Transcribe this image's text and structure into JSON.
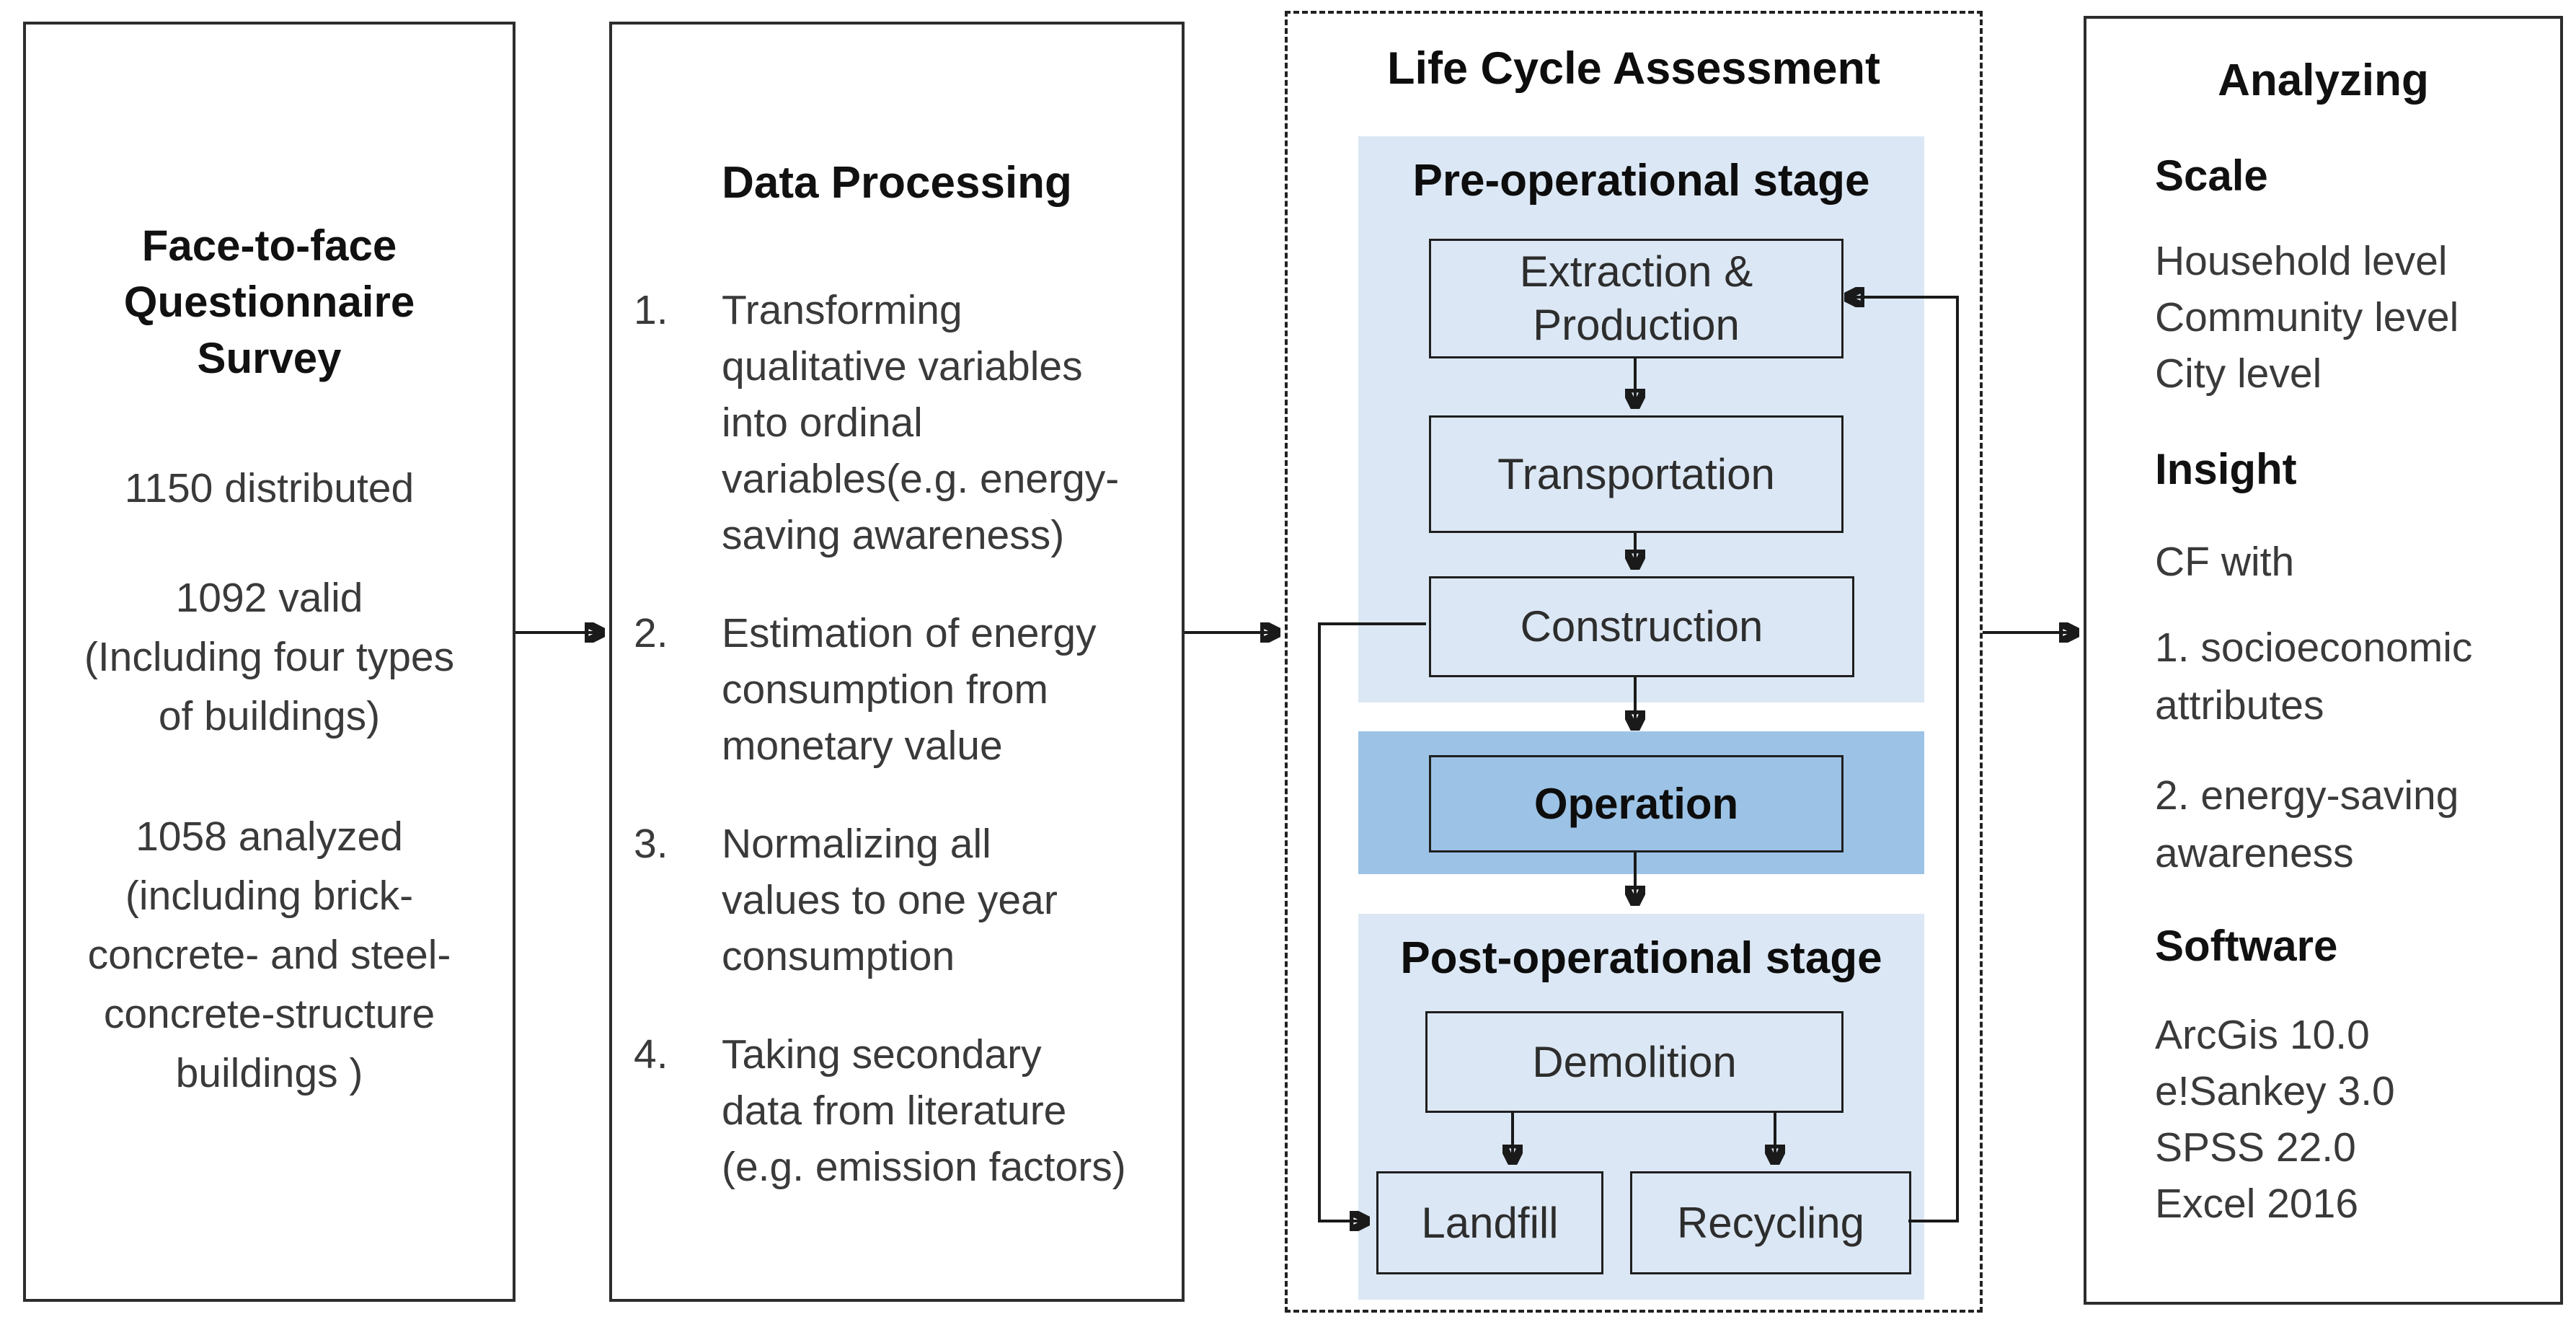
{
  "survey_panel": {
    "title": "Face-to-face\nQuestionnaire\nSurvey",
    "stat_distributed": "1150 distributed",
    "stat_valid": "1092 valid\n(Including four types\nof buildings)",
    "stat_analyzed": "1058 analyzed\n(including brick-\nconcrete- and steel-\nconcrete-structure\nbuildings )"
  },
  "processing_panel": {
    "title": "Data Processing",
    "items": [
      {
        "num": "1.",
        "text": "Transforming\nqualitative variables\ninto ordinal\nvariables(e.g. energy-\nsaving awareness)"
      },
      {
        "num": "2.",
        "text": "Estimation of energy\nconsumption from\nmonetary value"
      },
      {
        "num": "3.",
        "text": "Normalizing all\nvalues to one year\nconsumption"
      },
      {
        "num": "4.",
        "text": "Taking secondary\ndata from literature\n(e.g. emission factors)"
      }
    ]
  },
  "lca_panel": {
    "title": "Life Cycle Assessment",
    "pre_stage_label": "Pre-operational stage",
    "box_extraction": "Extraction &\nProduction",
    "box_transportation": "Transportation",
    "box_construction": "Construction",
    "box_operation": "Operation",
    "post_stage_label": "Post-operational stage",
    "box_demolition": "Demolition",
    "box_landfill": "Landfill",
    "box_recycling": "Recycling"
  },
  "analyzing_panel": {
    "title": "Analyzing",
    "scale_header": "Scale",
    "scale_lines": "Household level\nCommunity level\nCity level",
    "insight_header": "Insight",
    "insight_intro": "CF with",
    "insight_item1": "1. socioeconomic\nattributes",
    "insight_item2": "2. energy-saving\nawareness",
    "software_header": "Software",
    "software_lines": "ArcGis 10.0\ne!Sankey 3.0\nSPSS 22.0\nExcel 2016"
  },
  "colors": {
    "stage_light_blue": "#dbe7f4",
    "operation_dark_blue": "#9cc3e6",
    "line_black": "#1a1a1a"
  }
}
